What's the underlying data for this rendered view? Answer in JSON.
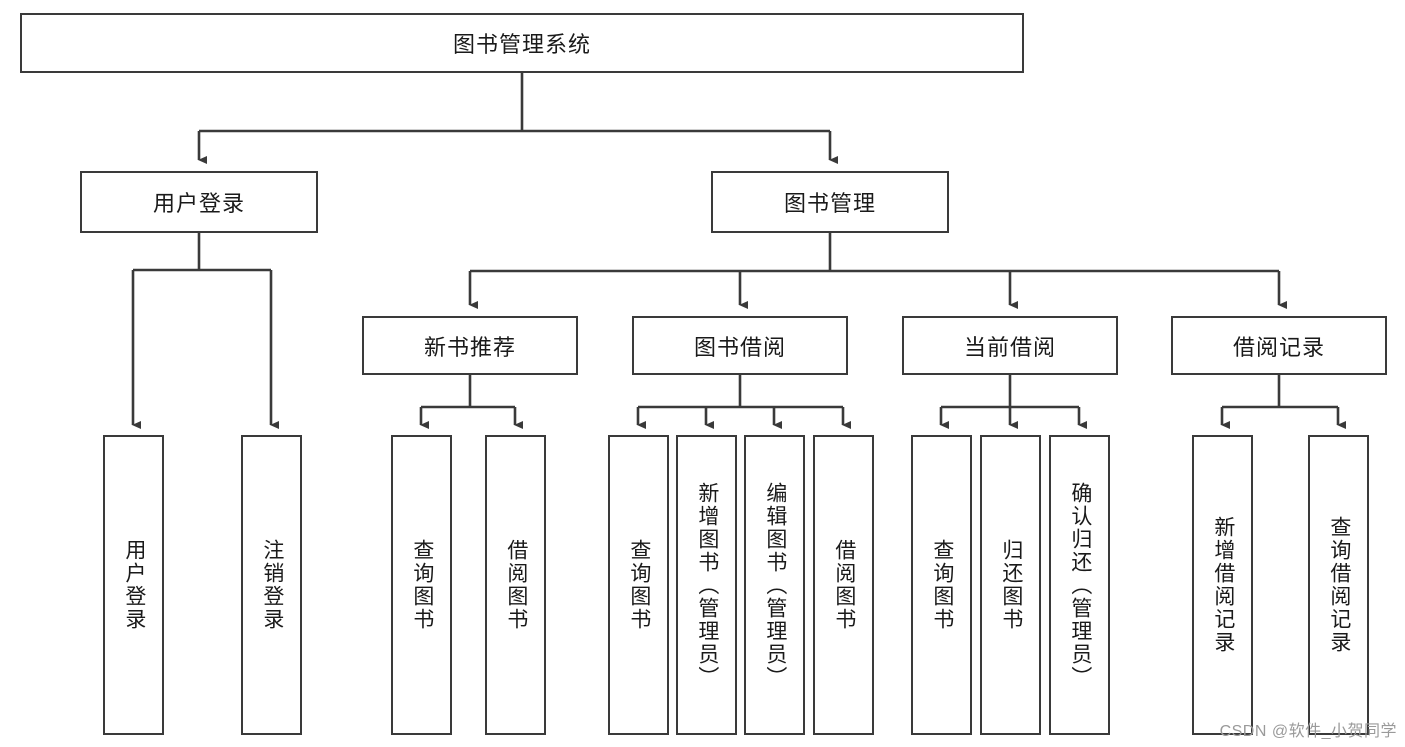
{
  "diagram": {
    "title": "图书管理系统",
    "type": "tree-hierarchy-chart",
    "orientation": "top-down",
    "colors": {
      "box_border": "#3a3a3a",
      "box_fill": "#ffffff",
      "connector": "#3a3a3a",
      "text": "#1a1a1a",
      "watermark": "#9a9a9a"
    },
    "root": {
      "label": "图书管理系统"
    },
    "level2": [
      {
        "label": "用户登录"
      },
      {
        "label": "图书管理"
      }
    ],
    "level3": [
      {
        "label": "新书推荐"
      },
      {
        "label": "图书借阅"
      },
      {
        "label": "当前借阅"
      },
      {
        "label": "借阅记录"
      }
    ],
    "leaves": {
      "user_login": [
        {
          "label": "用户登录"
        },
        {
          "label": "注销登录"
        }
      ],
      "new_book_recommend": [
        {
          "label": "查询图书"
        },
        {
          "label": "借阅图书"
        }
      ],
      "book_borrow": [
        {
          "label": "查询图书"
        },
        {
          "label": "新增图书（管理员）"
        },
        {
          "label": "编辑图书（管理员）"
        },
        {
          "label": "借阅图书"
        }
      ],
      "current_borrow": [
        {
          "label": "查询图书"
        },
        {
          "label": "归还图书"
        },
        {
          "label": "确认归还（管理员）"
        }
      ],
      "borrow_record": [
        {
          "label": "新增借阅记录"
        },
        {
          "label": "查询借阅记录"
        }
      ]
    }
  },
  "watermark": {
    "text": "CSDN @软件_小贺同学"
  }
}
